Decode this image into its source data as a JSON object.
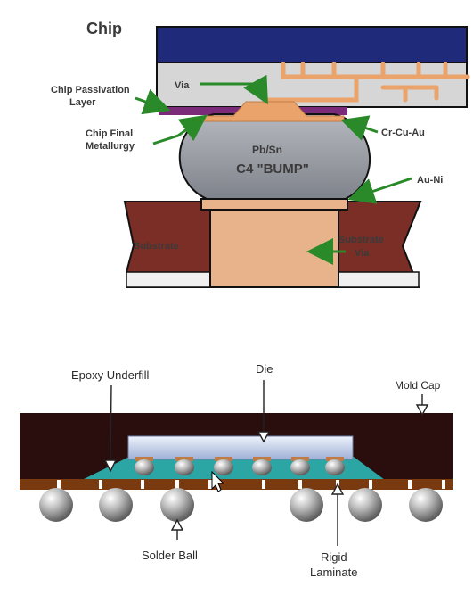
{
  "diagram_top": {
    "labels": {
      "chip": "Chip",
      "via": "Via",
      "passivation_line1": "Chip Passivation",
      "passivation_line2": "Layer",
      "final_metal_line1": "Chip Final",
      "final_metal_line2": "Metallurgy",
      "crcuau": "Cr-Cu-Au",
      "pbsn": "Pb/Sn",
      "c4_bump": "C4 \"BUMP\"",
      "auni": "Au-Ni",
      "substrate": "Substrate",
      "substrate_via_line1": "Substrate",
      "substrate_via_line2": "Via"
    },
    "colors": {
      "chip_top": "#1f2a7a",
      "chip_body": "#d6d6d6",
      "trace": "#e9a36b",
      "passivation": "#7a2a78",
      "bump": "#9b9fa6",
      "substrate": "#7a2e25",
      "substrate_face": "#f0f0f0",
      "via": "#e8b28a",
      "arrow": "#2a8a2a"
    }
  },
  "diagram_bottom": {
    "labels": {
      "epoxy": "Epoxy Underfill",
      "die": "Die",
      "mold_cap": "Mold Cap",
      "solder_ball": "Solder Ball",
      "rigid_line1": "Rigid",
      "rigid_line2": "Laminate"
    },
    "colors": {
      "mold": "#2a0d0d",
      "die": "#c9d4ea",
      "underfill": "#2ca5a5",
      "bump": "#a9a9a9",
      "laminate": "#7a3a0f",
      "ball": "#9a9a9a",
      "arrow": "#ffffff"
    }
  }
}
